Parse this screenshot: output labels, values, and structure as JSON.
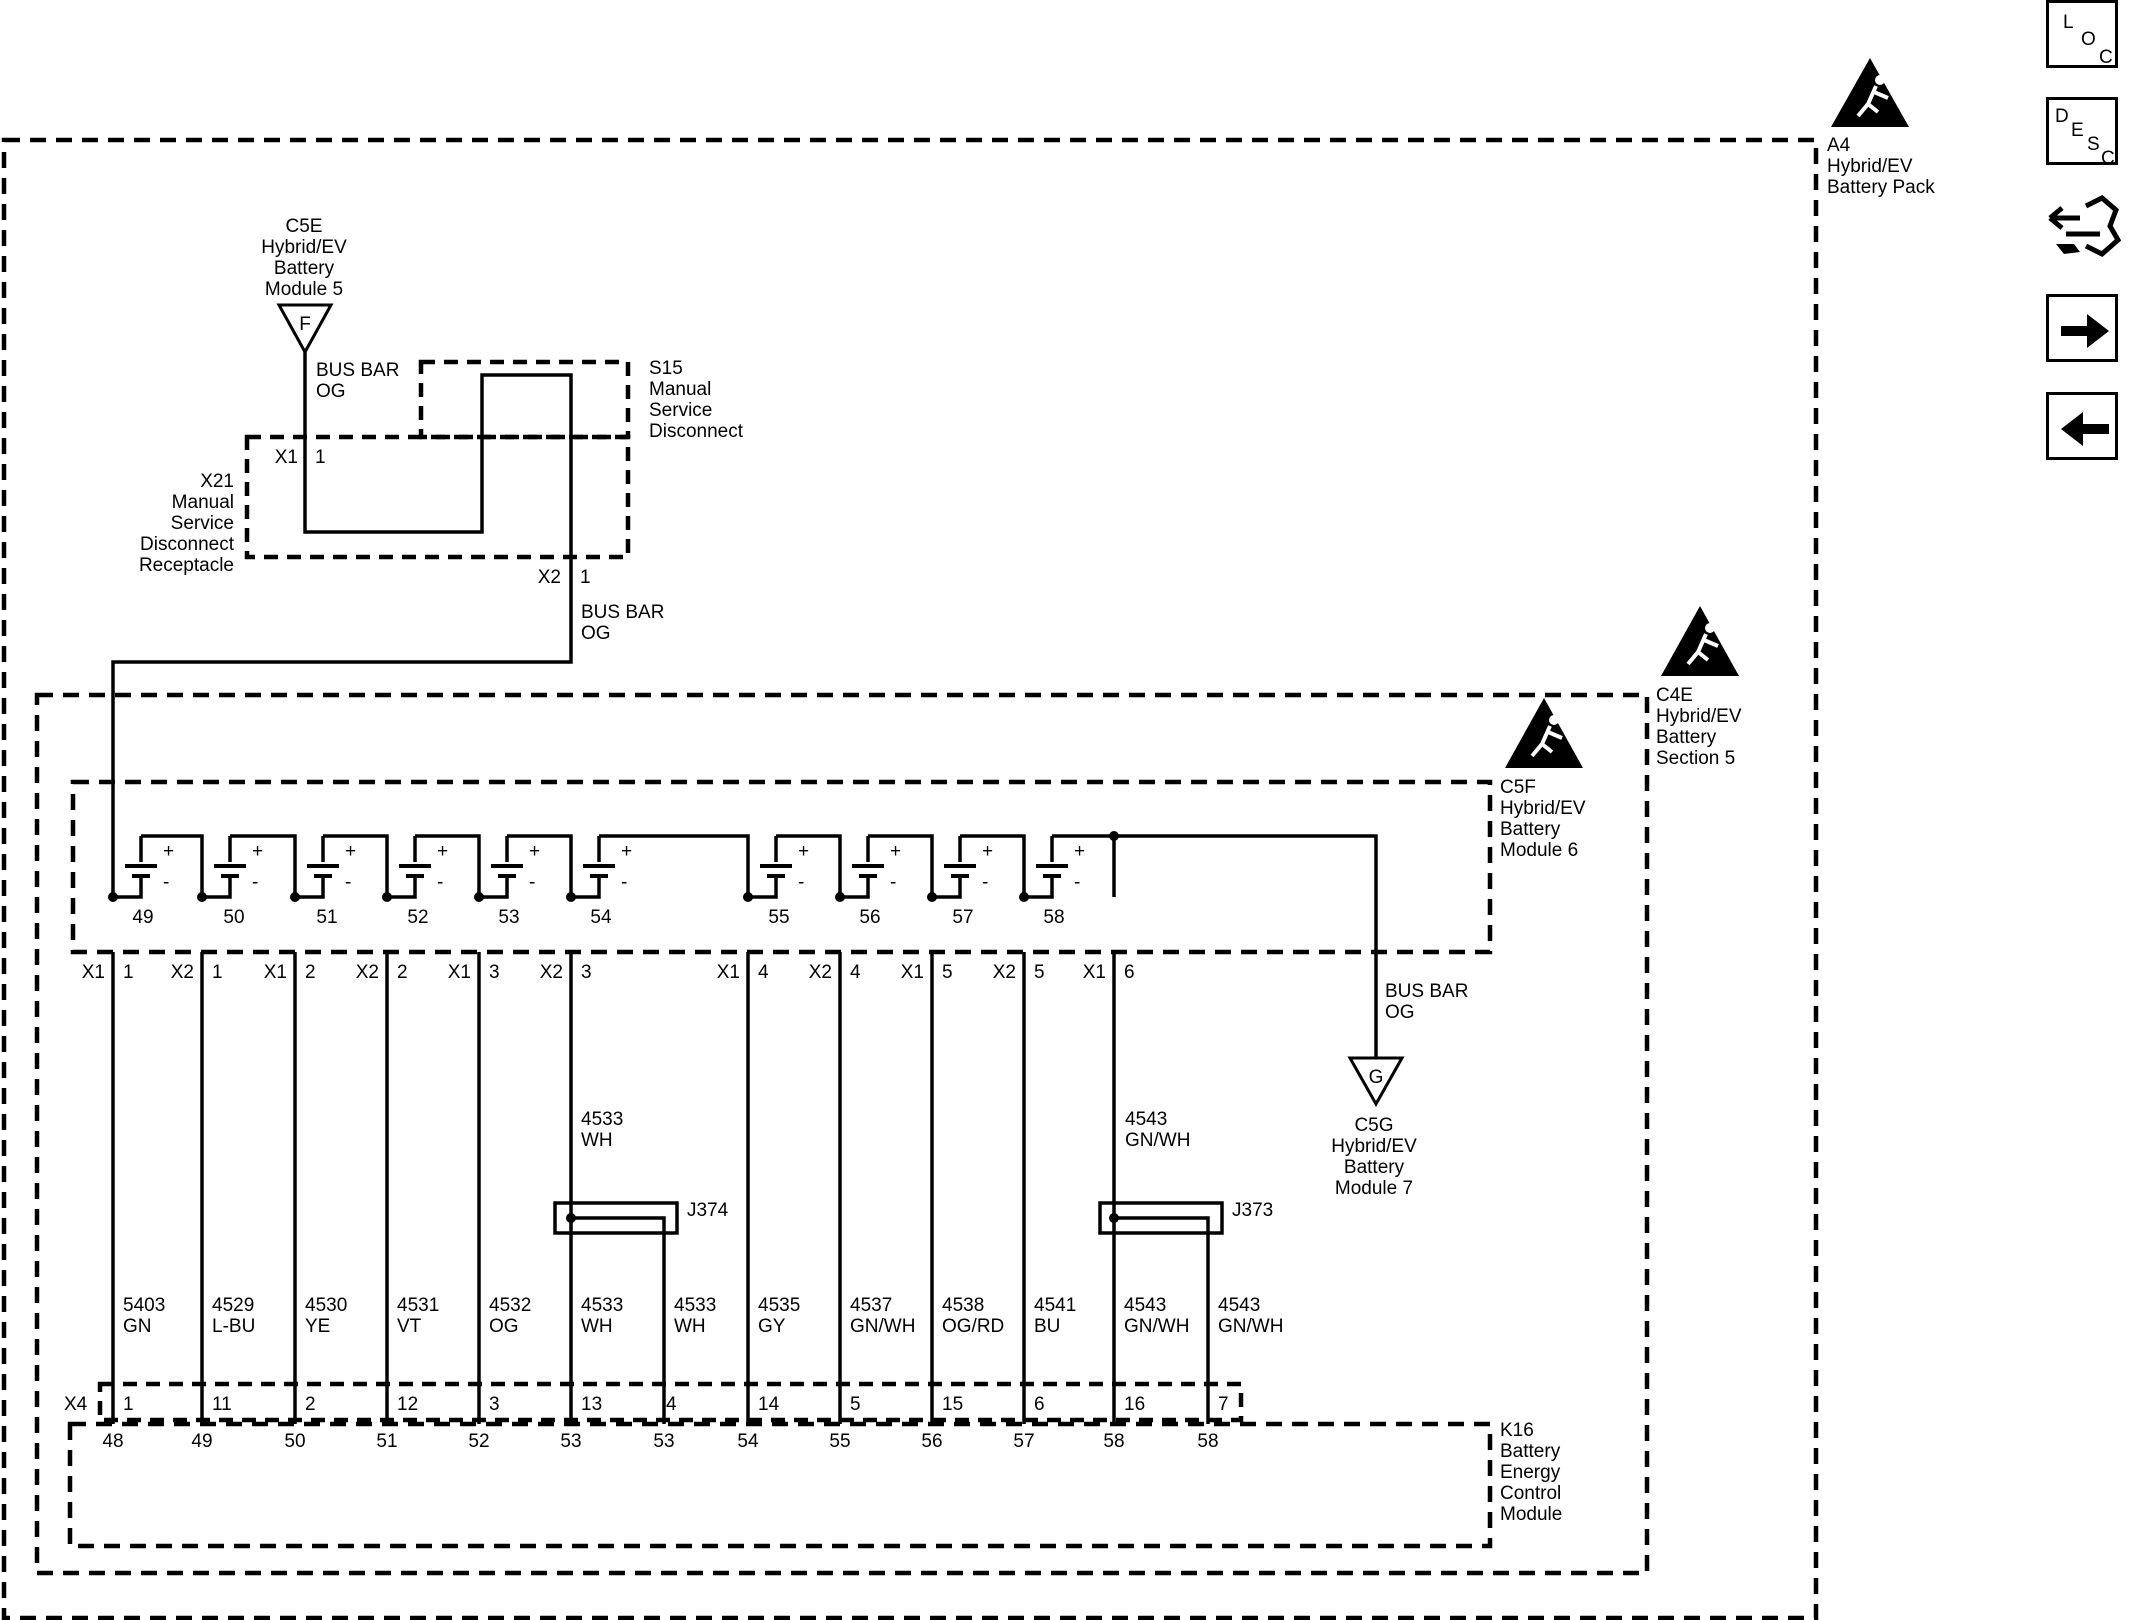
{
  "components": {
    "a4": [
      "A4",
      "Hybrid/EV",
      "Battery Pack"
    ],
    "c5e": [
      "C5E",
      "Hybrid/EV",
      "Battery",
      "Module 5"
    ],
    "c5e_connector": "F",
    "s15": [
      "S15",
      "Manual",
      "Service",
      "Disconnect"
    ],
    "x21": [
      "X21",
      "Manual",
      "Service",
      "Disconnect",
      "Receptacle"
    ],
    "c4e": [
      "C4E",
      "Hybrid/EV",
      "Battery",
      "Section 5"
    ],
    "c5f": [
      "C5F",
      "Hybrid/EV",
      "Battery",
      "Module 6"
    ],
    "c5g": [
      "C5G",
      "Hybrid/EV",
      "Battery",
      "Module 7"
    ],
    "c5g_connector": "G",
    "k16": [
      "K16",
      "Battery",
      "Energy",
      "Control",
      "Module"
    ],
    "j374": "J374",
    "j373": "J373"
  },
  "busbars": {
    "top": [
      "BUS BAR",
      "OG"
    ],
    "mid": [
      "BUS BAR",
      "OG"
    ],
    "right": [
      "BUS BAR",
      "OG"
    ]
  },
  "msd_pins": {
    "x1_conn": "X1",
    "x1_pin": "1",
    "x2_conn": "X2",
    "x2_pin": "1"
  },
  "cells": {
    "numbers": [
      "49",
      "50",
      "51",
      "52",
      "53",
      "54",
      "55",
      "56",
      "57",
      "58"
    ],
    "plus": "+",
    "minus": "-"
  },
  "module_pins": [
    {
      "conn": "X1",
      "pin": "1"
    },
    {
      "conn": "X2",
      "pin": "1"
    },
    {
      "conn": "X1",
      "pin": "2"
    },
    {
      "conn": "X2",
      "pin": "2"
    },
    {
      "conn": "X1",
      "pin": "3"
    },
    {
      "conn": "X2",
      "pin": "3"
    },
    {
      "conn": "X1",
      "pin": "4"
    },
    {
      "conn": "X2",
      "pin": "4"
    },
    {
      "conn": "X1",
      "pin": "5"
    },
    {
      "conn": "X2",
      "pin": "5"
    },
    {
      "conn": "X1",
      "pin": "6"
    }
  ],
  "splice_wires": {
    "w4533": [
      "4533",
      "WH"
    ],
    "w4543": [
      "4543",
      "GN/WH"
    ]
  },
  "wires": [
    {
      "circuit": "5403",
      "color": "GN"
    },
    {
      "circuit": "4529",
      "color": "L-BU"
    },
    {
      "circuit": "4530",
      "color": "YE"
    },
    {
      "circuit": "4531",
      "color": "VT"
    },
    {
      "circuit": "4532",
      "color": "OG"
    },
    {
      "circuit": "4533",
      "color": "WH"
    },
    {
      "circuit": "4533",
      "color": "WH"
    },
    {
      "circuit": "4535",
      "color": "GY"
    },
    {
      "circuit": "4537",
      "color": "GN/WH"
    },
    {
      "circuit": "4538",
      "color": "OG/RD"
    },
    {
      "circuit": "4541",
      "color": "BU"
    },
    {
      "circuit": "4543",
      "color": "GN/WH"
    },
    {
      "circuit": "4543",
      "color": "GN/WH"
    }
  ],
  "x4_label": "X4",
  "x4_pins": [
    "1",
    "11",
    "2",
    "12",
    "3",
    "13",
    "4",
    "14",
    "5",
    "15",
    "6",
    "16",
    "7"
  ],
  "k16_pins": [
    "48",
    "49",
    "50",
    "51",
    "52",
    "53",
    "53",
    "54",
    "55",
    "56",
    "57",
    "58",
    "58"
  ],
  "nav": {
    "loc": [
      "L",
      "O",
      "C"
    ],
    "desc": [
      "D",
      "E",
      "S",
      "C"
    ]
  }
}
